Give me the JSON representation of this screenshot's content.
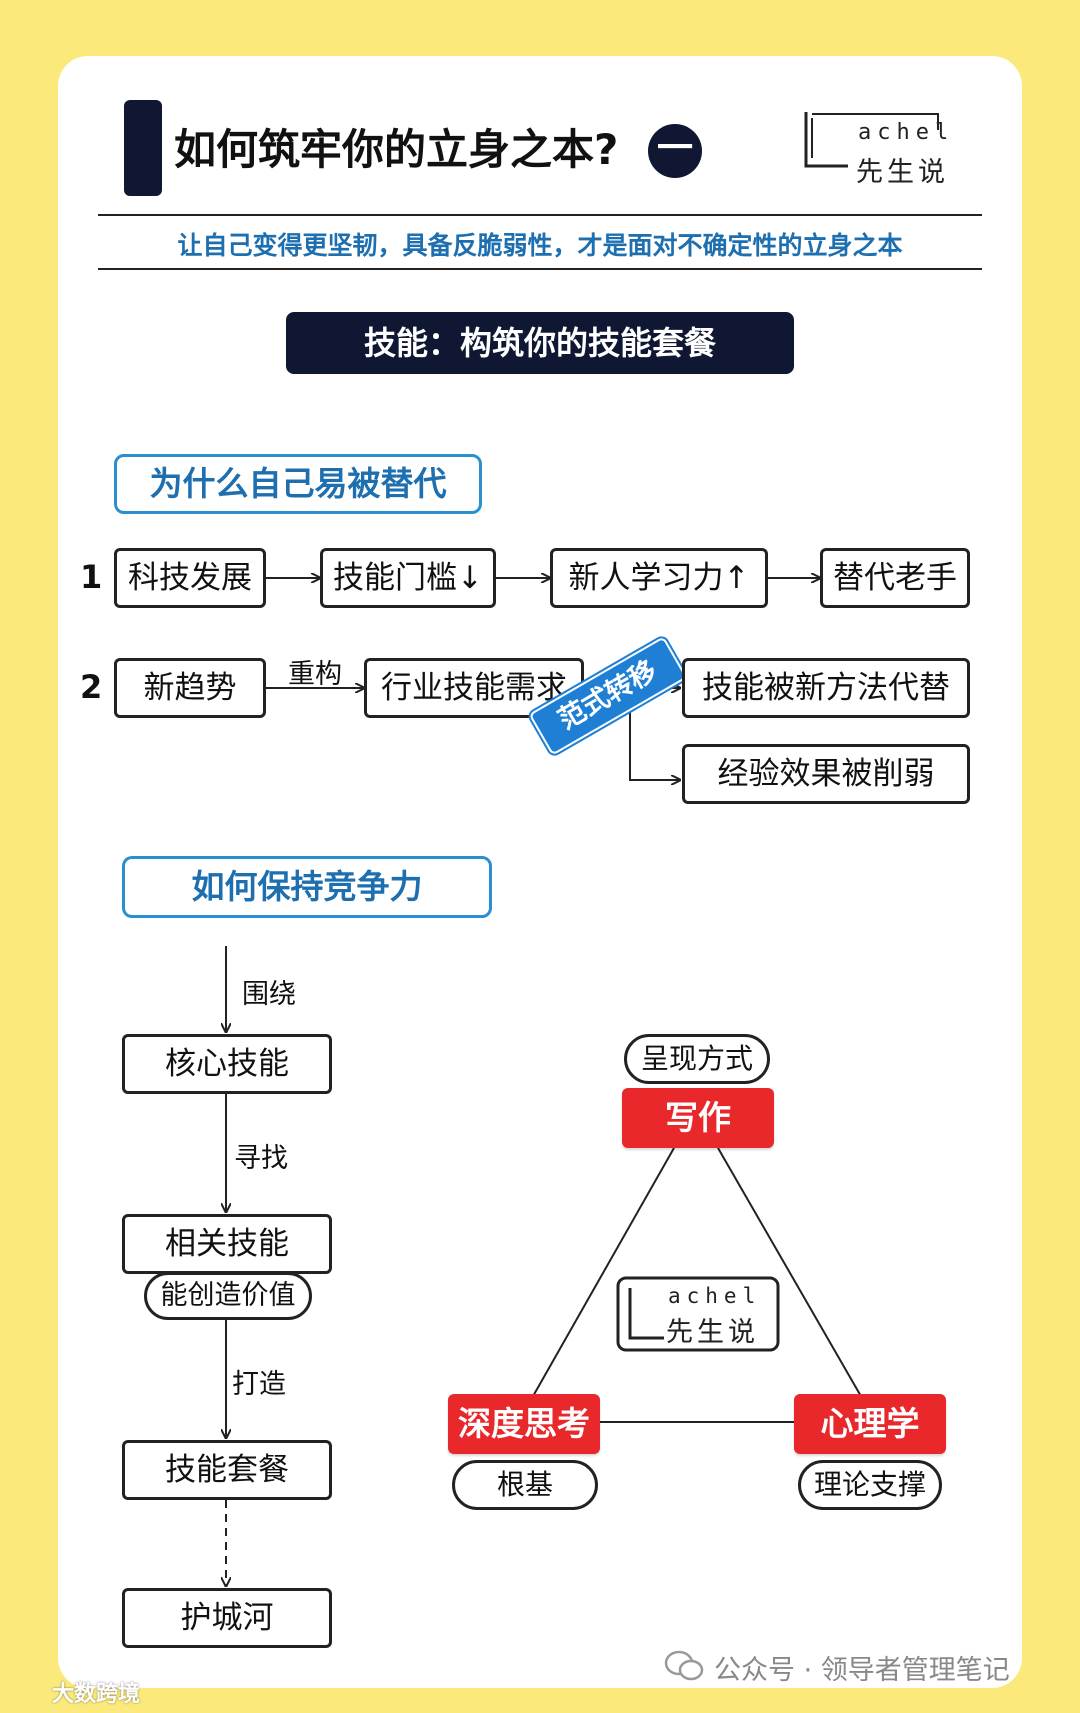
{
  "header": {
    "title": "如何筑牢你的立身之本?",
    "title_num": "一",
    "subtitle": "让自己变得更坚韧，具备反脆弱性，才是面对不确定性的立身之本"
  },
  "logo": {
    "top": "achel",
    "bottom": "先生说"
  },
  "section": {
    "banner": "技能：构筑你的技能套餐"
  },
  "why": {
    "tag": "为什么自己易被替代",
    "row1": {
      "num": "1",
      "boxes": [
        "科技发展",
        "技能门槛↓",
        "新人学习力↑",
        "替代老手"
      ]
    },
    "row2": {
      "num": "2",
      "start": "新趋势",
      "arrow_label": "重构",
      "middle": "行业技能需求",
      "stamp": "范式转移",
      "outcomes": [
        "技能被新方法代替",
        "经验效果被削弱"
      ]
    }
  },
  "how": {
    "tag": "如何保持竞争力",
    "flow": {
      "labels": [
        "围绕",
        "寻找",
        "打造"
      ],
      "boxes": [
        "核心技能",
        "相关技能",
        "技能套餐",
        "护城河"
      ],
      "pill": "能创造价值"
    },
    "triangle": {
      "top": {
        "title": "写作",
        "caption": "呈现方式"
      },
      "left": {
        "title": "深度思考",
        "caption": "根基"
      },
      "right": {
        "title": "心理学",
        "caption": "理论支撑"
      }
    }
  },
  "footer": {
    "text": "公众号 · 领导者管理笔记",
    "watermark": "大数跨境"
  },
  "colors": {
    "background": "#fbea7b",
    "navy": "#0f1733",
    "blue": "#1d6fb0",
    "red": "#e8282b"
  }
}
